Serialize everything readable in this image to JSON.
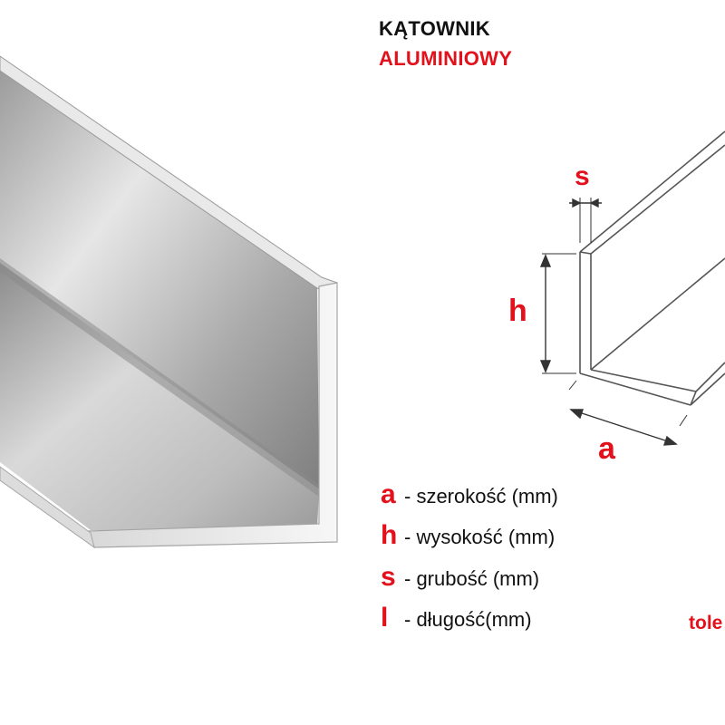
{
  "title": {
    "line1": "KĄTOWNIK",
    "line2": "ALUMINIOWY"
  },
  "dimension_labels": {
    "s": "s",
    "h": "h",
    "a": "a"
  },
  "legend": [
    {
      "key": "a",
      "text": "- szerokość (mm)"
    },
    {
      "key": "h",
      "text": "- wysokość (mm)"
    },
    {
      "key": "s",
      "text": "- grubość (mm)"
    },
    {
      "key": "l",
      "text": "- długość(mm)"
    }
  ],
  "cut_off_text": "tole",
  "colors": {
    "accent_red": "#e3111b",
    "text_dark": "#111111",
    "metal_light": "#f4f4f4",
    "metal_mid": "#b8b8b8",
    "metal_dark": "#6e6e6e",
    "line_drawing": "#555555"
  }
}
